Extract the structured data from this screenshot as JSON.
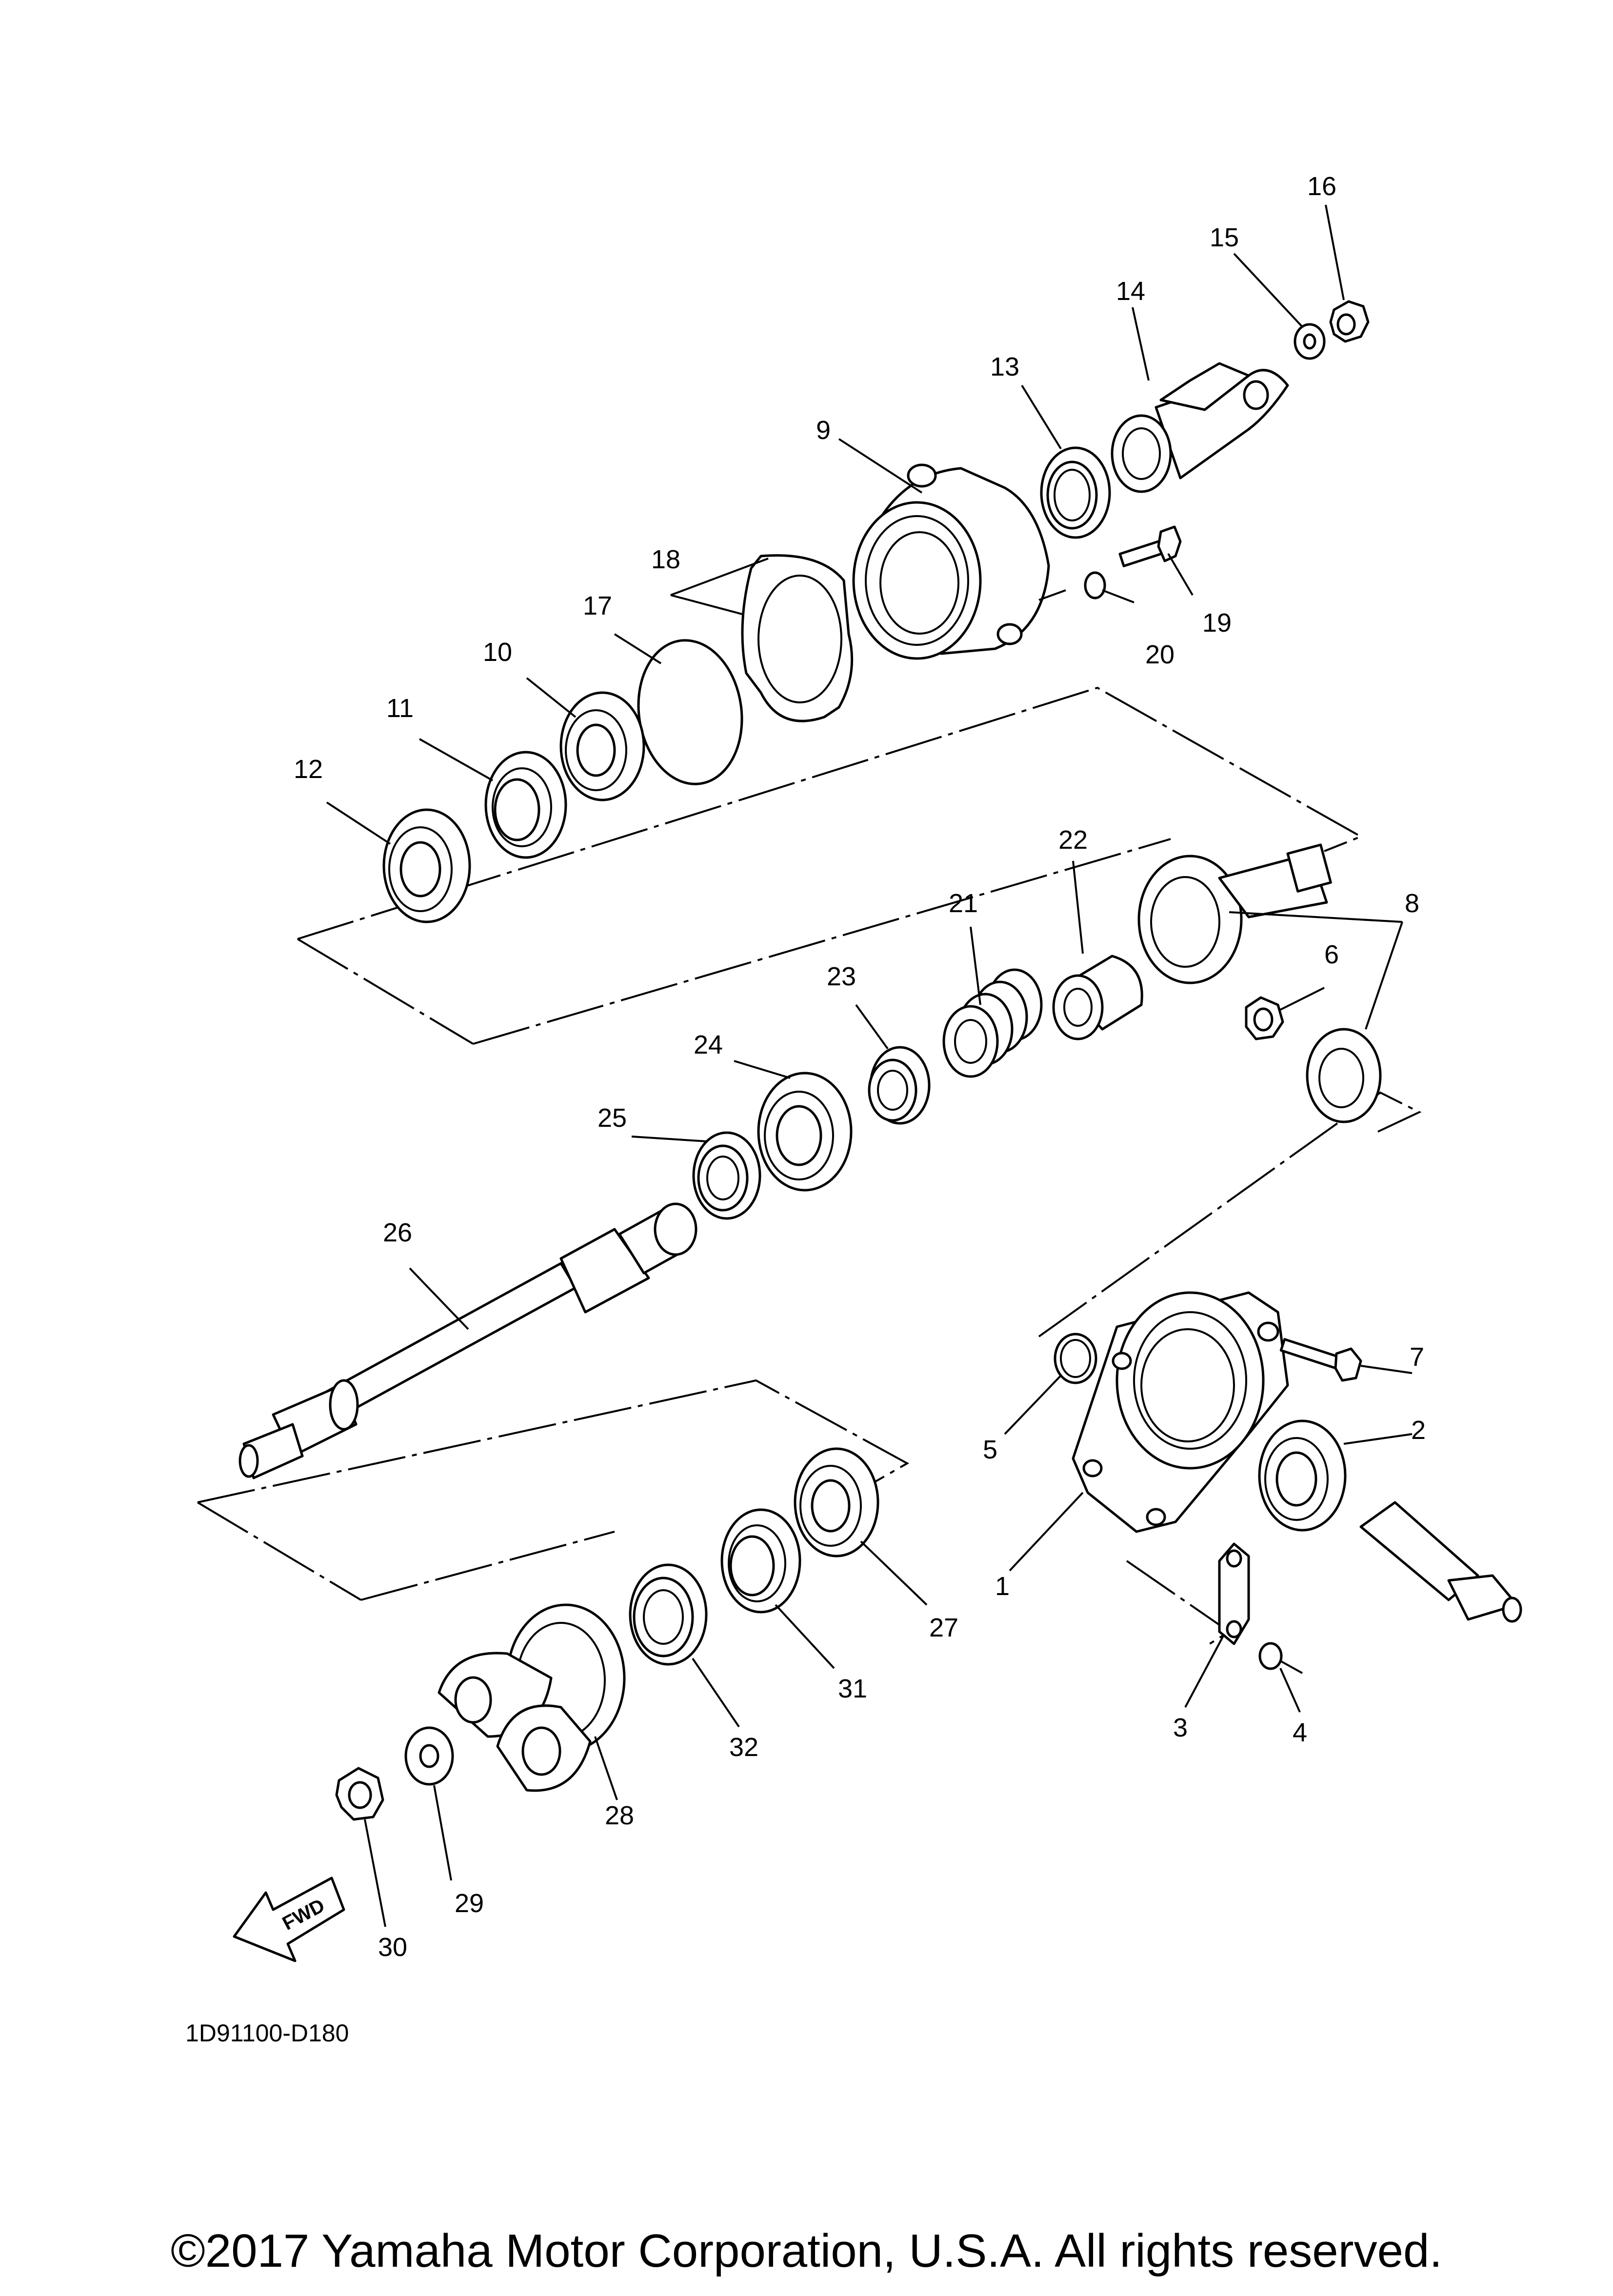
{
  "diagram": {
    "code": "1D91100-D180",
    "direction_badge": "FWD",
    "copyright": "©2017 Yamaha Motor Corporation, U.S.A. All rights reserved."
  },
  "callouts": {
    "c1": "1",
    "c2": "2",
    "c3": "3",
    "c4": "4",
    "c5": "5",
    "c6": "6",
    "c7": "7",
    "c8": "8",
    "c9": "9",
    "c10": "10",
    "c11": "11",
    "c12": "12",
    "c13": "13",
    "c14": "14",
    "c15": "15",
    "c16": "16",
    "c17": "17",
    "c18": "18",
    "c19": "19",
    "c20": "20",
    "c21": "21",
    "c22": "22",
    "c23": "23",
    "c24": "24",
    "c25": "25",
    "c26": "26",
    "c27": "27",
    "c28": "28",
    "c29": "29",
    "c30": "30",
    "c31": "31",
    "c32": "32"
  }
}
